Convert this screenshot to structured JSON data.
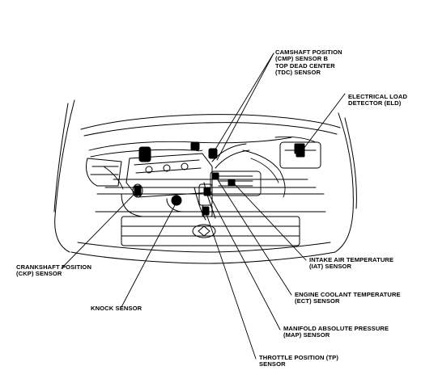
{
  "labels": {
    "camshaft": [
      "CAMSHAFT POSITION",
      "(CMP) SENSOR B",
      "TOP DEAD CENTER",
      "(TDC) SENSOR"
    ],
    "eld": [
      "ELECTRICAL LOAD",
      "DETECTOR (ELD)"
    ],
    "ckp": [
      "CRANKSHAFT POSITION",
      "(CKP) SENSOR"
    ],
    "iat": [
      "INTAKE AIR TEMPERATURE",
      "(IAT) SENSOR"
    ],
    "ect": [
      "ENGINE COOLANT TEMPERATURE",
      "(ECT) SENSOR"
    ],
    "knock": [
      "KNOCK SENSOR"
    ],
    "map": [
      "MANIFOLD ABSOLUTE PRESSURE",
      "(MAP) SENSOR"
    ],
    "tp": [
      "THROTTLE POSITION (TP)",
      "SENSOR"
    ]
  }
}
